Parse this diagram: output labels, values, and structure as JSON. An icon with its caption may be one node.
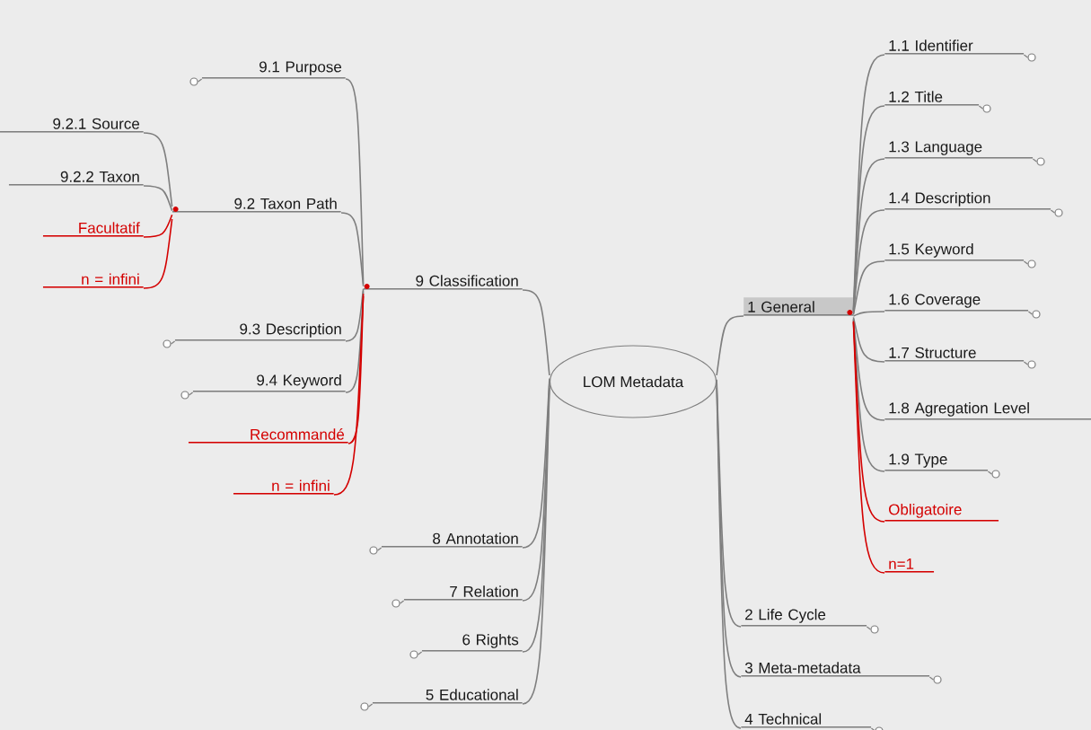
{
  "diagram": {
    "nodes": [
      {
        "text": [
          "LOM Metadata"
        ]
      },
      {
        "text": [
          "1 General"
        ]
      },
      {
        "text": [
          "1.1 Identifier"
        ]
      },
      {
        "text": [
          "1.2 Title"
        ]
      },
      {
        "text": [
          "1.3 Language"
        ]
      },
      {
        "text": [
          "1.4 Description"
        ]
      },
      {
        "text": [
          "1.5 Keyword"
        ]
      },
      {
        "text": [
          "1.6 Coverage"
        ]
      },
      {
        "text": [
          "1.7 Structure"
        ]
      },
      {
        "text": [
          "1.8 Agregation Level"
        ]
      },
      {
        "text": [
          "1.9 Type"
        ]
      },
      {
        "text": [
          "Obligatoire"
        ]
      },
      {
        "text": [
          "n=1"
        ]
      },
      {
        "text": [
          "2 Life Cycle"
        ]
      },
      {
        "text": [
          "3 Meta-metadata"
        ]
      },
      {
        "text": [
          "4 Technical"
        ]
      },
      {
        "text": [
          "9 Classification"
        ]
      },
      {
        "text": [
          "9.1 Purpose"
        ]
      },
      {
        "text": [
          "9.2 Taxon Path"
        ]
      },
      {
        "text": [
          "9.2.1 Source"
        ]
      },
      {
        "text": [
          "9.2.2 Taxon"
        ]
      },
      {
        "text": [
          "Facultatif"
        ]
      },
      {
        "text": [
          "n = infini"
        ]
      },
      {
        "text": [
          "9.3 Description"
        ]
      },
      {
        "text": [
          "9.4 Keyword"
        ]
      },
      {
        "text": [
          "Recommandé"
        ]
      },
      {
        "text": [
          "n = infini"
        ]
      },
      {
        "text": [
          "8 Annotation"
        ]
      },
      {
        "text": [
          "7 Relation"
        ]
      },
      {
        "text": [
          "6 Rights"
        ]
      },
      {
        "text": [
          "5 Educational"
        ]
      }
    ],
    "edges": [
      {
        "from": 0,
        "to": 1,
        "arrow": "none"
      },
      {
        "from": 1,
        "to": 2,
        "arrow": "none"
      },
      {
        "from": 1,
        "to": 3,
        "arrow": "none"
      },
      {
        "from": 1,
        "to": 4,
        "arrow": "none"
      },
      {
        "from": 1,
        "to": 5,
        "arrow": "none"
      },
      {
        "from": 1,
        "to": 6,
        "arrow": "none"
      },
      {
        "from": 1,
        "to": 7,
        "arrow": "none"
      },
      {
        "from": 1,
        "to": 8,
        "arrow": "none"
      },
      {
        "from": 1,
        "to": 9,
        "arrow": "none"
      },
      {
        "from": 1,
        "to": 10,
        "arrow": "none"
      },
      {
        "from": 1,
        "to": 11,
        "arrow": "none",
        "color": "#d40000"
      },
      {
        "from": 1,
        "to": 12,
        "arrow": "none",
        "color": "#d40000"
      },
      {
        "from": 0,
        "to": 13,
        "arrow": "none"
      },
      {
        "from": 0,
        "to": 14,
        "arrow": "none"
      },
      {
        "from": 0,
        "to": 15,
        "arrow": "none"
      },
      {
        "from": 0,
        "to": 16,
        "arrow": "none"
      },
      {
        "from": 16,
        "to": 17,
        "arrow": "none"
      },
      {
        "from": 16,
        "to": 18,
        "arrow": "none"
      },
      {
        "from": 18,
        "to": 19,
        "arrow": "none"
      },
      {
        "from": 18,
        "to": 20,
        "arrow": "none"
      },
      {
        "from": 18,
        "to": 21,
        "arrow": "none",
        "color": "#d40000"
      },
      {
        "from": 18,
        "to": 22,
        "arrow": "none",
        "color": "#d40000"
      },
      {
        "from": 16,
        "to": 23,
        "arrow": "none"
      },
      {
        "from": 16,
        "to": 24,
        "arrow": "none"
      },
      {
        "from": 16,
        "to": 25,
        "arrow": "none",
        "color": "#d40000"
      },
      {
        "from": 16,
        "to": 26,
        "arrow": "none",
        "color": "#d40000"
      },
      {
        "from": 0,
        "to": 27,
        "arrow": "none"
      },
      {
        "from": 0,
        "to": 28,
        "arrow": "none"
      },
      {
        "from": 0,
        "to": 29,
        "arrow": "none"
      },
      {
        "from": 0,
        "to": 30,
        "arrow": "none"
      }
    ]
  }
}
